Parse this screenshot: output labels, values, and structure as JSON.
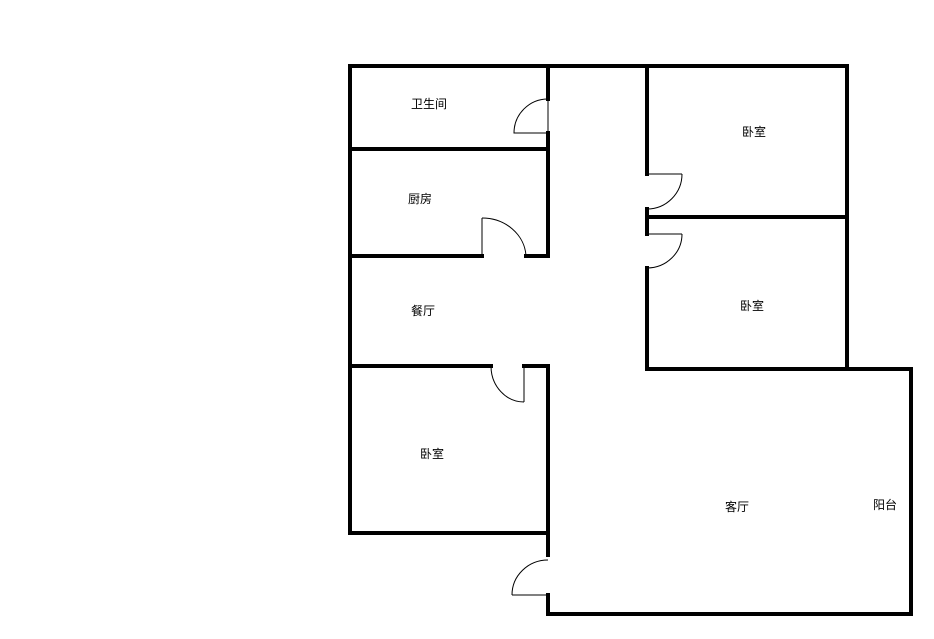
{
  "floor_plan": {
    "rooms": [
      {
        "key": "bathroom",
        "label": "卫生间"
      },
      {
        "key": "kitchen",
        "label": "厨房"
      },
      {
        "key": "dining",
        "label": "餐厅"
      },
      {
        "key": "bedroom_left",
        "label": "卧室"
      },
      {
        "key": "bedroom_top_right",
        "label": "卧室"
      },
      {
        "key": "bedroom_mid_right",
        "label": "卧室"
      },
      {
        "key": "living",
        "label": "客厅"
      },
      {
        "key": "balcony",
        "label": "阳台"
      }
    ],
    "colors": {
      "wall": "#000000",
      "background": "#ffffff"
    }
  }
}
